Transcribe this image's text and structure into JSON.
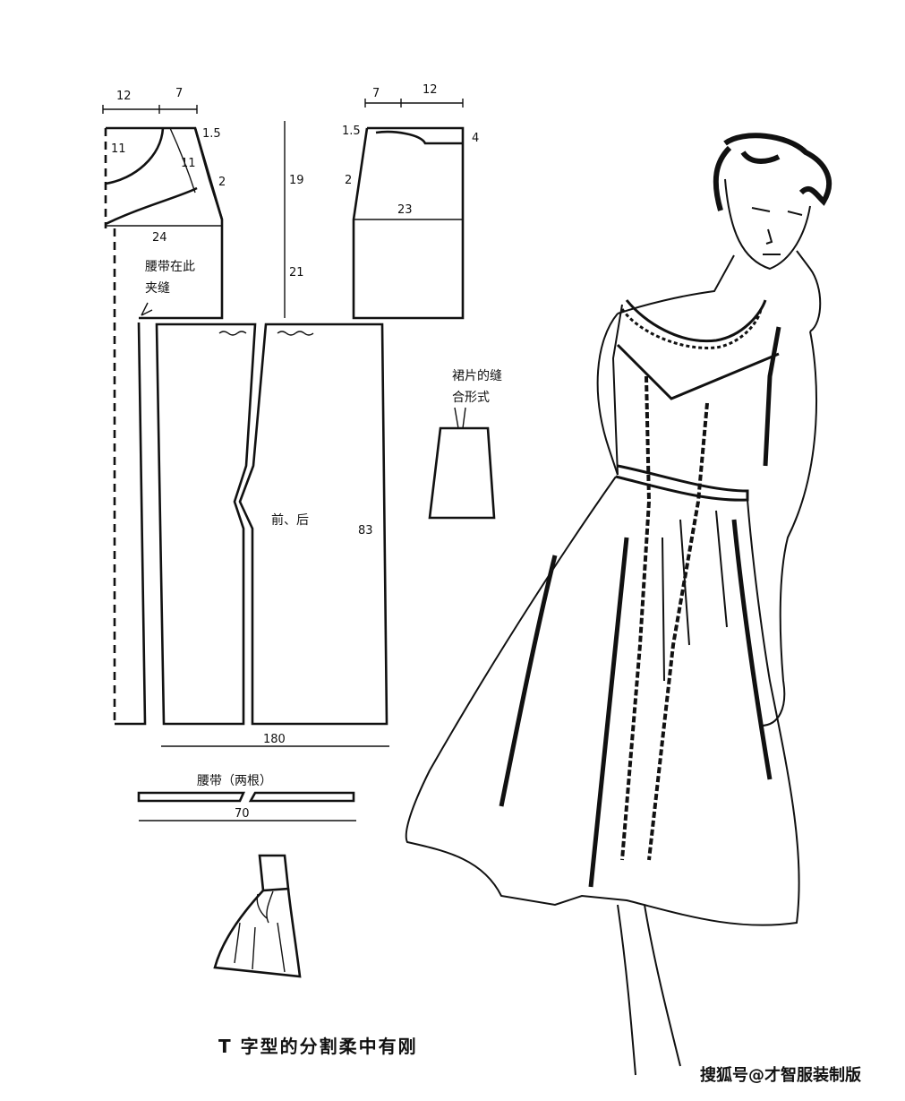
{
  "pattern": {
    "measurements": {
      "shoulder_front_12": "12",
      "neck_front_7": "7",
      "neck_back_7": "7",
      "shoulder_back_12": "12",
      "neck_depth_front_11": "11",
      "shoulder_drop_front": "1.5",
      "shoulder_drop_back": "1.5",
      "back_neck_depth": "4",
      "armhole_front_11": "11",
      "armhole_front_2": "2",
      "armhole_back_2": "2",
      "bust_front_24": "24",
      "bust_back_23": "23",
      "bodice_length_19": "19",
      "waist_length_21": "21",
      "skirt_length_83": "83",
      "skirt_width_180": "180",
      "belt_length_70": "70"
    },
    "labels": {
      "belt_seam_line1": "腰带在此",
      "belt_seam_line2": "夹缝",
      "front_back": "前、后",
      "belt_title": "腰带（两根）",
      "skirt_seam_line1": "裙片的缝",
      "skirt_seam_line2": "合形式"
    }
  },
  "caption": "T 字型的分割柔中有刚",
  "watermark": "搜狐号@才智服装制版"
}
